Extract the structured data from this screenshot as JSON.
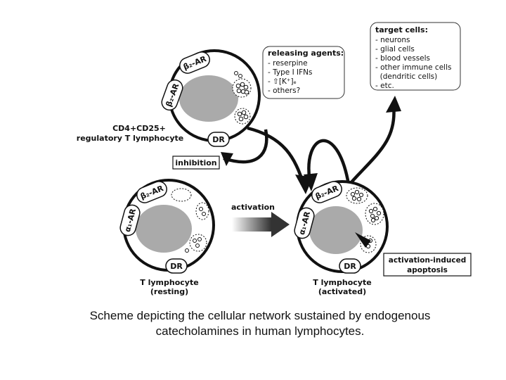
{
  "treg_cell": {
    "receptor_top": "β₂-AR",
    "receptor_side": "β₂-AR",
    "dr": "DR",
    "label_line1": "CD4+CD25+",
    "label_line2": "regulatory T lymphocyte"
  },
  "releasing_agents": {
    "title": "releasing agents:",
    "items": [
      "- reserpine",
      "- Type I IFNs",
      "- ⇧[K⁺]ₑ",
      "- others?"
    ]
  },
  "target_cells": {
    "title": "target cells:",
    "items": [
      "- neurons",
      "- glial cells",
      "- blood vessels",
      "- other immune cells",
      "  (dendritic cells)",
      "- etc."
    ]
  },
  "inhibition_label": "inhibition",
  "resting_cell": {
    "receptor_top": "β₂-AR",
    "receptor_side": "α₁-AR",
    "dr": "DR",
    "label_line1": "T lymphocyte",
    "label_line2": "(resting)"
  },
  "activation_label": "activation",
  "activated_cell": {
    "receptor_top": "β₂-AR",
    "receptor_side": "α₁-AR",
    "dr": "DR",
    "label_line1": "T lymphocyte",
    "label_line2": "(activated)"
  },
  "apoptosis_box": {
    "line1": "activation-induced",
    "line2": "apoptosis"
  },
  "caption": {
    "line1": "Scheme depicting the cellular network sustained by endogenous",
    "line2": "catecholamines in human lymphocytes."
  }
}
